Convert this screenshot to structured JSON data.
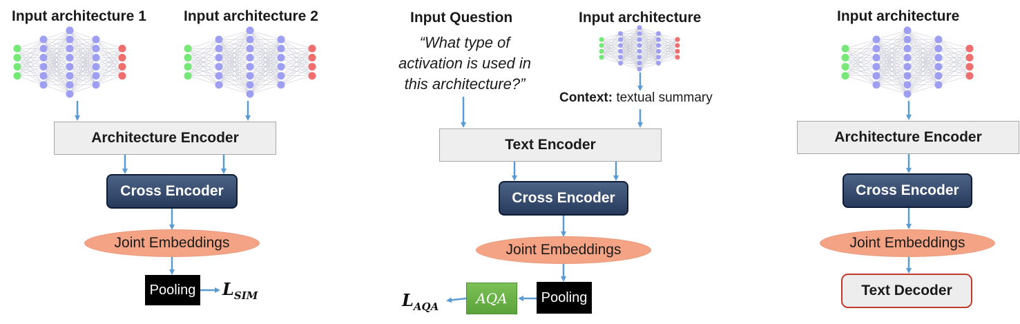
{
  "panel_left": {
    "title_1": "Input architecture 1",
    "title_2": "Input architecture 2",
    "encoder": "Architecture Encoder",
    "cross_encoder": "Cross Encoder",
    "joint": "Joint Embeddings",
    "pooling": "Pooling",
    "loss_main": "L",
    "loss_sub": "SIM"
  },
  "panel_middle": {
    "question_title": "Input Question",
    "question_text": "“What type of activation is used in this architecture?”",
    "arch_title": "Input architecture",
    "context_bold": "Context:",
    "context_text": " textual summary",
    "encoder": "Text Encoder",
    "cross_encoder": "Cross Encoder",
    "joint": "Joint Embeddings",
    "pooling": "Pooling",
    "aqa": "AQA",
    "loss_main": "L",
    "loss_sub": "AQA"
  },
  "panel_right": {
    "title": "Input architecture",
    "encoder": "Architecture Encoder",
    "cross_encoder": "Cross Encoder",
    "joint": "Joint Embeddings",
    "decoder": "Text Decoder"
  },
  "colors": {
    "arrow": "#5b9bd5",
    "input_node": "#77e777",
    "hidden_node": "#9e9ef2",
    "output_node": "#ef6f6f",
    "edge": "#c9c9d6"
  }
}
